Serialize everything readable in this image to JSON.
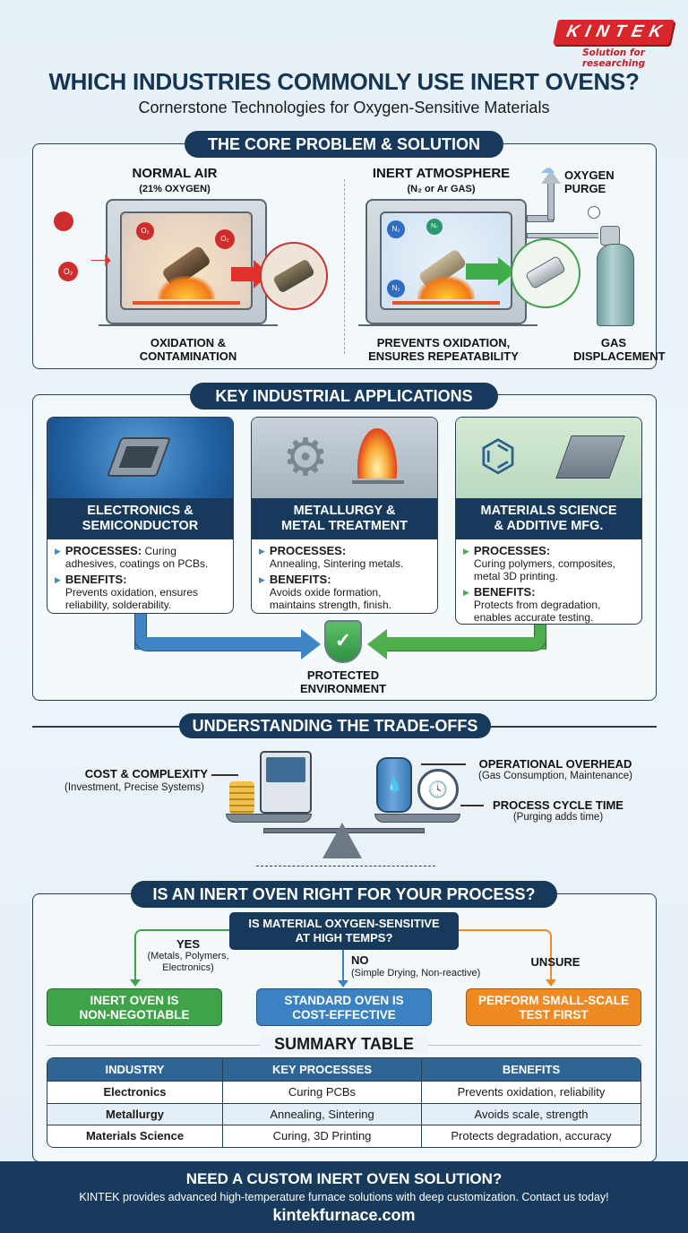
{
  "brand": {
    "logo_text": "KINTEK",
    "tagline": "Solution for researching",
    "accent_color": "#d9262b"
  },
  "header": {
    "title": "WHICH INDUSTRIES COMMONLY USE INERT OVENS?",
    "subtitle": "Cornerstone Technologies for Oxygen-Sensitive Materials"
  },
  "core": {
    "heading": "THE CORE PROBLEM & SOLUTION",
    "normal": {
      "title": "NORMAL AIR",
      "sub": "(21% OXYGEN)",
      "molecule_label": "O₂",
      "caption_1": "OXIDATION &",
      "caption_2": "CONTAMINATION"
    },
    "inert": {
      "title": "INERT ATMOSPHERE",
      "sub": "(N₂ or Ar GAS)",
      "molecule_label": "N₂",
      "caption_1": "PREVENTS OXIDATION,",
      "caption_2": "ENSURES REPEATABILITY"
    },
    "purge": {
      "line1": "OXYGEN",
      "line2": "PURGE"
    },
    "gas": {
      "line1": "GAS",
      "line2": "DISPLACEMENT"
    }
  },
  "applications": {
    "heading": "KEY INDUSTRIAL APPLICATIONS",
    "cards": [
      {
        "title_1": "ELECTRONICS &",
        "title_2": "SEMICONDUCTOR",
        "processes_label": "PROCESSES:",
        "processes": "Curing adhesives, coatings on PCBs.",
        "benefits_label": "BENEFITS:",
        "benefits": "Prevents oxidation, ensures reliability, solderability."
      },
      {
        "title_1": "METALLURGY &",
        "title_2": "METAL TREATMENT",
        "processes_label": "PROCESSES:",
        "processes": "Annealing, Sintering metals.",
        "benefits_label": "BENEFITS:",
        "benefits": "Avoids oxide formation, maintains strength, finish."
      },
      {
        "title_1": "MATERIALS SCIENCE",
        "title_2": "& ADDITIVE MFG.",
        "processes_label": "PROCESSES:",
        "processes": "Curing polymers, composites, metal 3D printing.",
        "benefits_label": "BENEFITS:",
        "benefits": "Protects from degradation, enables accurate testing."
      }
    ],
    "protected_1": "PROTECTED",
    "protected_2": "ENVIRONMENT"
  },
  "tradeoffs": {
    "heading": "UNDERSTANDING THE TRADE-OFFS",
    "left": {
      "title": "COST & COMPLEXITY",
      "sub": "(Investment, Precise Systems)"
    },
    "right_top": {
      "title": "OPERATIONAL OVERHEAD",
      "sub": "(Gas Consumption, Maintenance)"
    },
    "right_bottom": {
      "title": "PROCESS CYCLE TIME",
      "sub": "(Purging adds time)"
    }
  },
  "decision": {
    "heading": "IS AN INERT OVEN RIGHT FOR YOUR PROCESS?",
    "question_1": "IS MATERIAL OXYGEN-SENSITIVE",
    "question_2": "AT HIGH TEMPS?",
    "yes": {
      "label": "YES",
      "note_1": "(Metals, Polymers,",
      "note_2": "Electronics)",
      "result_1": "INERT OVEN IS",
      "result_2": "NON-NEGOTIABLE",
      "color": "#3ea447"
    },
    "no": {
      "label": "NO",
      "note": "(Simple Drying, Non-reactive)",
      "result_1": "STANDARD OVEN IS",
      "result_2": "COST-EFFECTIVE",
      "color": "#3a82c4"
    },
    "unsure": {
      "label": "UNSURE",
      "result_1": "PERFORM SMALL-SCALE",
      "result_2": "TEST FIRST",
      "color": "#ef8a22"
    }
  },
  "summary": {
    "heading": "SUMMARY TABLE",
    "columns": [
      "INDUSTRY",
      "KEY PROCESSES",
      "BENEFITS"
    ],
    "rows": [
      [
        "Electronics",
        "Curing PCBs",
        "Prevents oxidation, reliability"
      ],
      [
        "Metallurgy",
        "Annealing, Sintering",
        "Avoids scale, strength"
      ],
      [
        "Materials Science",
        "Curing, 3D Printing",
        "Protects degradation, accuracy"
      ]
    ]
  },
  "footer": {
    "title": "NEED A CUSTOM INERT OVEN SOLUTION?",
    "text": "KINTEK provides advanced high-temperature furnace solutions with deep customization. Contact us today!",
    "url": "kintekfurnace.com"
  }
}
